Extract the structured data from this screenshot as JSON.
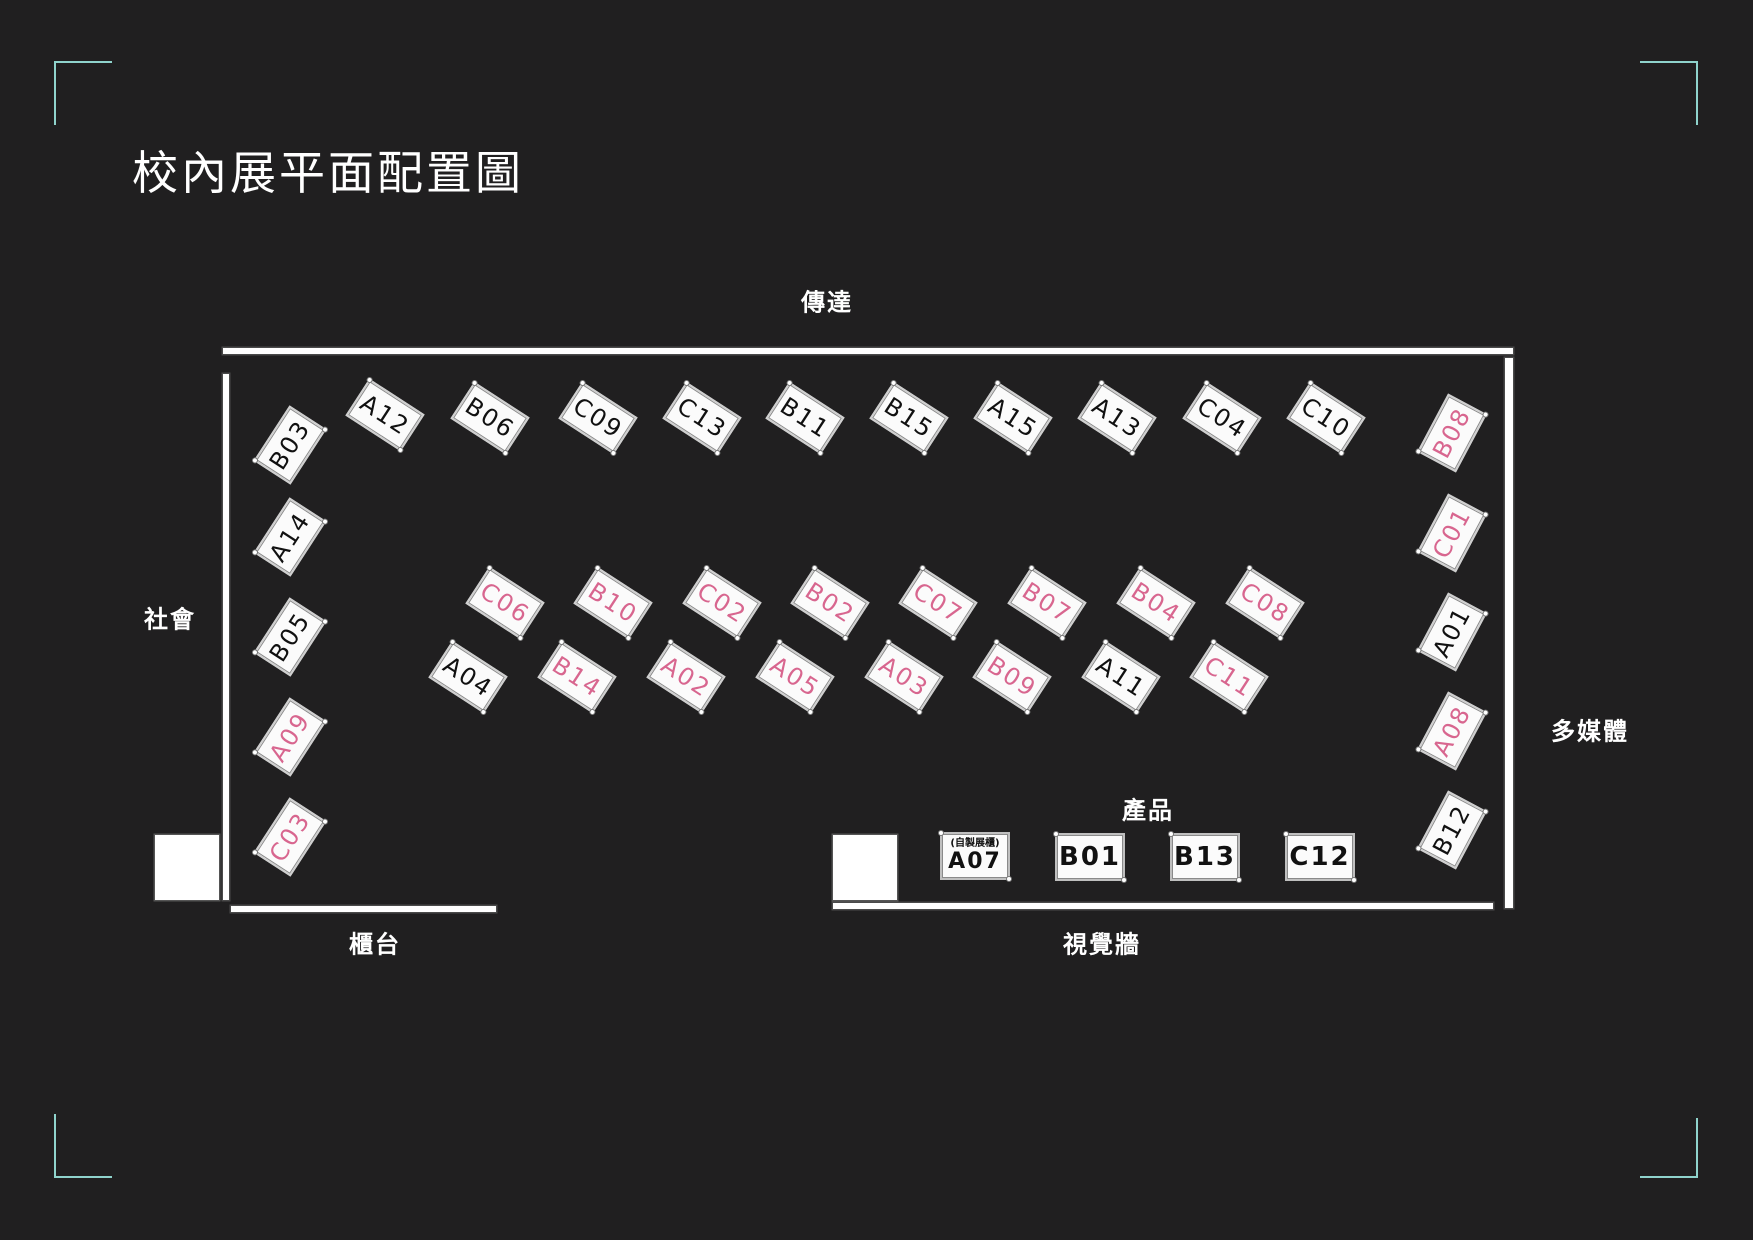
{
  "title": "校內展平面配置圖",
  "colors": {
    "background": "#201f20",
    "corner_accent": "#8fd3cc",
    "booth_fill": "#fbfbfb",
    "text_default": "#111111",
    "text_highlight": "#d8668f",
    "wall": "#ffffff"
  },
  "zones": {
    "top": "傳達",
    "left": "社會",
    "right": "多媒體",
    "product": "產品",
    "bottom": "視覺牆",
    "counter": "櫃台"
  },
  "booths": {
    "top_row": [
      {
        "id": "A12",
        "color": "black"
      },
      {
        "id": "B06",
        "color": "black"
      },
      {
        "id": "C09",
        "color": "black"
      },
      {
        "id": "C13",
        "color": "black"
      },
      {
        "id": "B11",
        "color": "black"
      },
      {
        "id": "B15",
        "color": "black"
      },
      {
        "id": "A15",
        "color": "black"
      },
      {
        "id": "A13",
        "color": "black"
      },
      {
        "id": "C04",
        "color": "black"
      },
      {
        "id": "C10",
        "color": "black"
      }
    ],
    "left_column": [
      {
        "id": "B03",
        "color": "black"
      },
      {
        "id": "A14",
        "color": "black"
      },
      {
        "id": "B05",
        "color": "black"
      },
      {
        "id": "A09",
        "color": "pink"
      },
      {
        "id": "C03",
        "color": "pink"
      }
    ],
    "right_column": [
      {
        "id": "B08",
        "color": "pink"
      },
      {
        "id": "C01",
        "color": "pink"
      },
      {
        "id": "A01",
        "color": "black"
      },
      {
        "id": "A08",
        "color": "pink"
      },
      {
        "id": "B12",
        "color": "black"
      }
    ],
    "middle_upper": [
      {
        "id": "C06",
        "color": "pink"
      },
      {
        "id": "B10",
        "color": "pink"
      },
      {
        "id": "C02",
        "color": "pink"
      },
      {
        "id": "B02",
        "color": "pink"
      },
      {
        "id": "C07",
        "color": "pink"
      },
      {
        "id": "B07",
        "color": "pink"
      },
      {
        "id": "B04",
        "color": "pink"
      },
      {
        "id": "C08",
        "color": "pink"
      }
    ],
    "middle_lower": [
      {
        "id": "A04",
        "color": "black"
      },
      {
        "id": "B14",
        "color": "pink"
      },
      {
        "id": "A02",
        "color": "pink"
      },
      {
        "id": "A05",
        "color": "pink"
      },
      {
        "id": "A03",
        "color": "pink"
      },
      {
        "id": "B09",
        "color": "pink"
      },
      {
        "id": "A11",
        "color": "black"
      },
      {
        "id": "C11",
        "color": "pink"
      }
    ],
    "bottom_row": [
      {
        "id": "A07",
        "note": "(自製展櫃)",
        "color": "black"
      },
      {
        "id": "B01",
        "color": "black"
      },
      {
        "id": "B13",
        "color": "black"
      },
      {
        "id": "C12",
        "color": "black"
      }
    ]
  }
}
